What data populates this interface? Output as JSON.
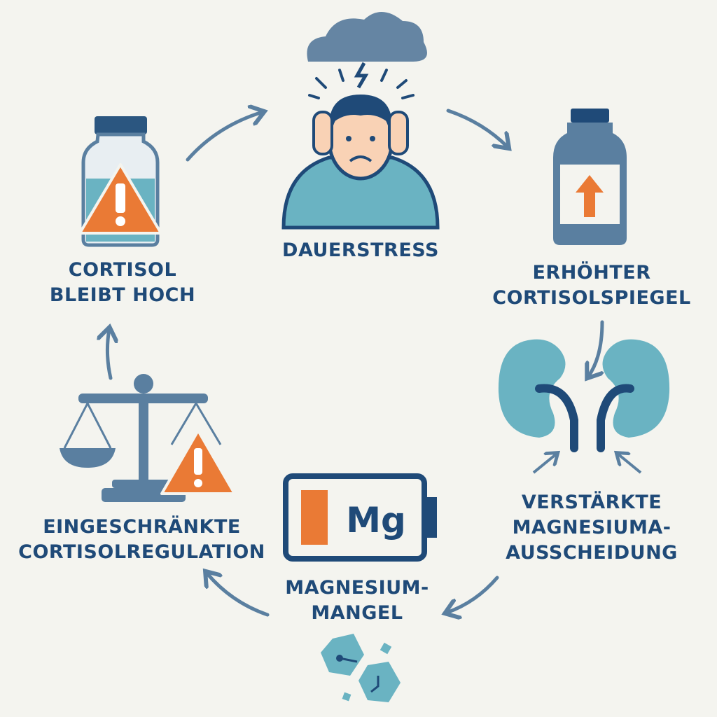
{
  "title": "Stress-Cortisol-Magnesium Teufelskreis",
  "colors": {
    "text": "#1f4a78",
    "muted_blue": "#5a7fa0",
    "teal": "#6ab3c2",
    "orange": "#ea7a35",
    "background": "#f4f4ef"
  },
  "steps": [
    {
      "id": "dauerstress",
      "lines": [
        "DAUERSTRESS"
      ],
      "icon": "stressed-person-icon"
    },
    {
      "id": "cortisol-up",
      "lines": [
        "ERHÖHTER",
        "CORTISOLSPIEGEL"
      ],
      "icon": "bottle-arrow-up-icon"
    },
    {
      "id": "excretion",
      "lines": [
        "VERSTÄRKTE",
        "MAGNESIUMA-",
        "AUSSCHEIDUNG"
      ],
      "icon": "kidneys-icon"
    },
    {
      "id": "deficiency",
      "lines": [
        "MAGNESIUM-",
        "MANGEL"
      ],
      "icon": "battery-low-icon",
      "battery_text": "Mg",
      "battery_level": 0.15
    },
    {
      "id": "regulation",
      "lines": [
        "EINGESCHRÄNKTE",
        "CORTISOLREGULATION"
      ],
      "icon": "scale-warning-icon"
    },
    {
      "id": "cortisol-high",
      "lines": [
        "CORTISOL",
        "BLEIBT HOCH"
      ],
      "icon": "bottle-warning-icon"
    }
  ]
}
